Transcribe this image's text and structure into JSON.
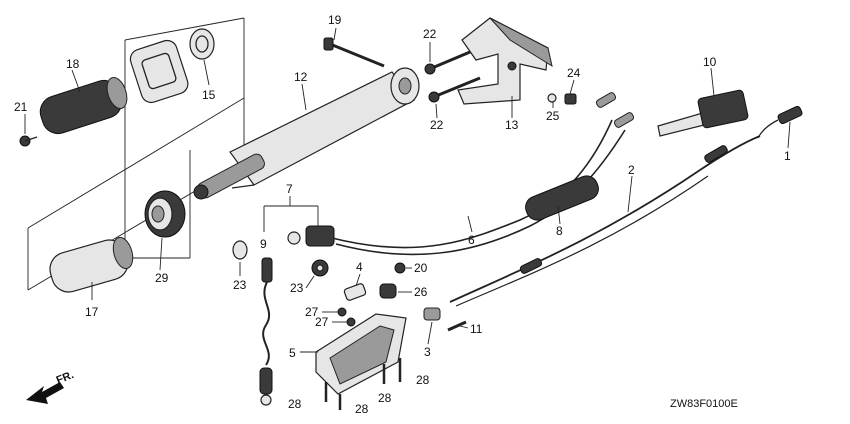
{
  "diagram": {
    "code": "ZW83F0100E",
    "direction_label": "FR.",
    "callouts": [
      "1",
      "2",
      "3",
      "4",
      "5",
      "6",
      "7",
      "8",
      "9",
      "10",
      "11",
      "12",
      "13",
      "15",
      "17",
      "18",
      "19",
      "20",
      "21",
      "22",
      "22",
      "23",
      "23",
      "24",
      "25",
      "26",
      "27",
      "27",
      "28",
      "28",
      "28",
      "28",
      "29"
    ]
  }
}
